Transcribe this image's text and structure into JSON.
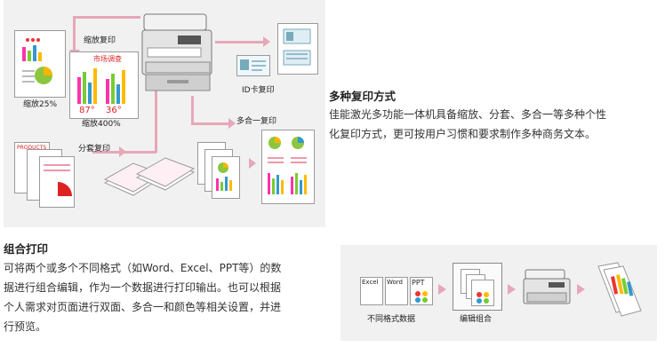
{
  "copy_diagram": {
    "labels": {
      "zoom_copy": "缩放复印",
      "id_card_copy": "ID卡复印",
      "n_in_one_copy": "多合一复印",
      "sort_copy": "分套复印",
      "shrink_25": "缩放25%",
      "shrink_400": "缩放400%"
    },
    "doc_title": "市场调查",
    "percent_a": "87°",
    "percent_b": "36°",
    "products_label": "PRODUCTS"
  },
  "copy_section": {
    "title": "多种复印方式",
    "lines": [
      "佳能激光多功能一体机具备缩放、分套、多合一等多种个性",
      "化复印方式，更可按用户习惯和要求制作多种商务文本。"
    ]
  },
  "print_section": {
    "title": "组合打印",
    "lines": [
      "可将两个或多个不同格式（如Word、Excel、PPT等）的数",
      "据进行组合编辑，作为一个数据进行打印输出。也可以根据",
      "个人需求对页面进行双面、多合一和颜色等相关设置，并进",
      "行预览。"
    ]
  },
  "print_diagram": {
    "formats": [
      "Excel",
      "Word",
      "PPT"
    ],
    "label_formats": "不同格式数据",
    "label_combine": "编辑组合"
  },
  "colors": {
    "panel_bg": "#f1f1f1",
    "arrow": "#e6a7b9"
  }
}
